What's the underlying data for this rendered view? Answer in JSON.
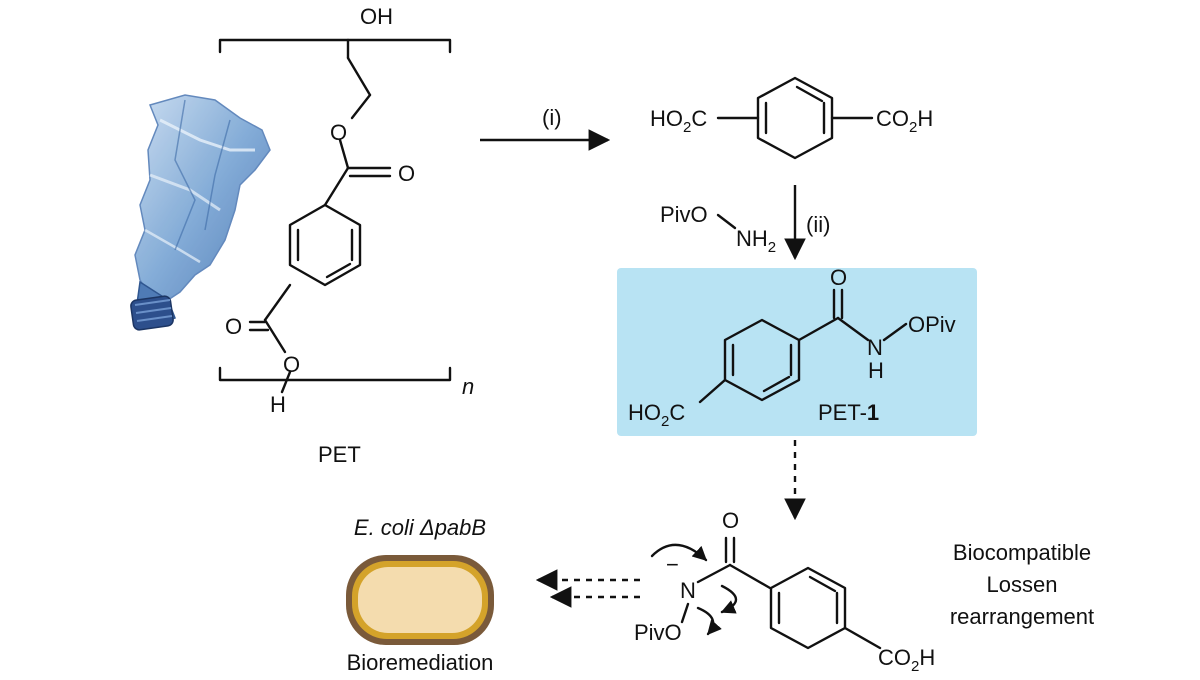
{
  "pet_label": "PET",
  "repeat_n": "n",
  "pet_oh": "OH",
  "pet_o_ether": "O",
  "pet_o_carbonyl1": "O",
  "pet_o_carbonyl2": "O",
  "pet_o_bottom": "O",
  "pet_h_bottom": "H",
  "step_i": "(i)",
  "step_ii": "(ii)",
  "tpa_left": "HO",
  "tpa_left_sub": "2",
  "tpa_left_c": "C",
  "tpa_right": "CO",
  "tpa_right_sub": "2",
  "tpa_right_h": "H",
  "reagent_piv": "PivO",
  "reagent_nh": "NH",
  "reagent_nh_sub": "2",
  "pet1_o": "O",
  "pet1_n": "N",
  "pet1_h": "H",
  "pet1_opiv": "OPiv",
  "pet1_ho": "HO",
  "pet1_ho_sub": "2",
  "pet1_c": "C",
  "pet1_label": "PET-",
  "pet1_label_num": "1",
  "lossen_o": "O",
  "lossen_minus": "−",
  "lossen_n": "N",
  "lossen_pivo": "PivO",
  "lossen_co": "CO",
  "lossen_co_sub": "2",
  "lossen_h": "H",
  "lossen_caption": [
    "Biocompatible",
    "Lossen",
    "rearrangement"
  ],
  "ecoli_label": "E. coli ΔpabB",
  "bioremediation": "Bioremediation",
  "colors": {
    "highlight_box": "#b8e3f3",
    "cell_outer": "#7a5a3a",
    "cell_mid": "#d4a32a",
    "cell_inner": "#f4dcae",
    "bottle": "#7fa9d6"
  },
  "icons": [
    "plastic-bottle-icon",
    "bacterium-cell-icon"
  ]
}
